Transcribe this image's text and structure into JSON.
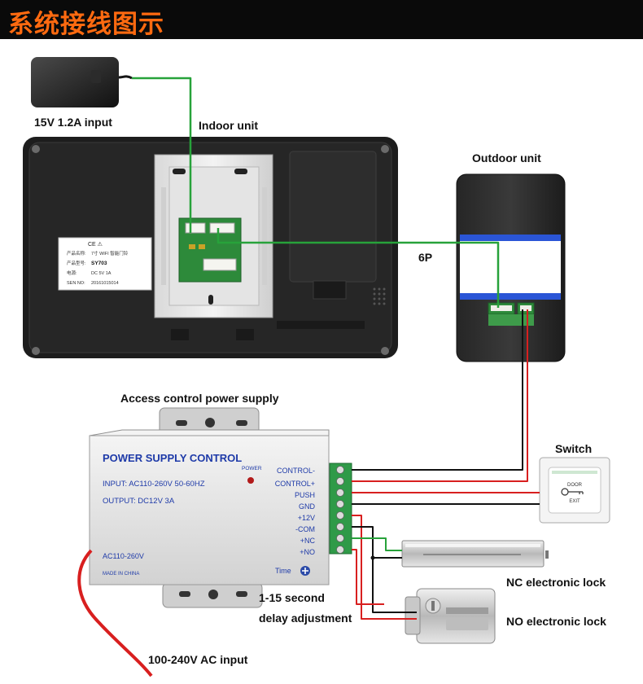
{
  "header": {
    "title": "系统接线图示"
  },
  "labels": {
    "adapter": "15V 1.2A input",
    "indoor": "Indoor unit",
    "outdoor": "Outdoor unit",
    "six_p": "6P",
    "access_power": "Access control power supply",
    "switch": "Switch",
    "nc_lock": "NC electronic lock",
    "no_lock": "NO electronic lock",
    "delay_line1": "1-15 second",
    "delay_line2": "delay adjustment",
    "ac_input": "100-240V AC input"
  },
  "indoor_sticker": {
    "ce": "CE ⚠",
    "row1_key": "产品名称:",
    "row1_val": "7寸 WIFI 智能门铃",
    "row2_key": "产品型号:",
    "row2_val": "SY703",
    "row3_key": "电源:",
    "row3_val": "DC 5V 1A",
    "row4_key": "SEN NO:",
    "row4_val": "20161015014"
  },
  "power_supply": {
    "title": "POWER SUPPLY CONTROL",
    "input": "INPUT: AC110-260V 50-60HZ",
    "output": "OUTPUT: DC12V  3A",
    "power_led": "POWER",
    "ac_label": "AC110-260V",
    "made_in": "MADE IN CHINA",
    "time_label": "Time",
    "terminals": [
      "CONTROL-",
      "CONTROL+",
      "PUSH",
      "GND",
      "+12V",
      "-COM",
      "+NC",
      "+NO"
    ]
  },
  "exit_button": {
    "line1": "DOOR",
    "line2": "EXIT"
  },
  "colors": {
    "header_bg": "#0a0a0a",
    "header_text": "#ff6a10",
    "wire_green": "#27a23a",
    "wire_red": "#d81f1f",
    "wire_black": "#111111",
    "psu_text": "#1e3aa8"
  }
}
